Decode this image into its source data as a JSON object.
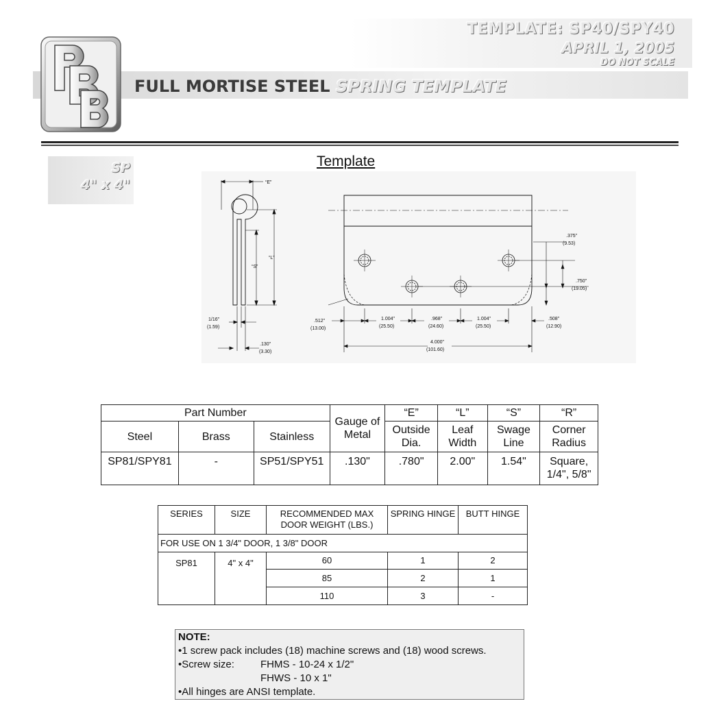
{
  "header": {
    "template_code": "TEMPLATE: SP40/SPY40",
    "date": "APRIL 1, 2005",
    "scale_note": "DO NOT SCALE",
    "title_dark": "FULL MORTISE STEEL ",
    "title_light": "SPRING TEMPLATE",
    "logo_letters": "PBB"
  },
  "series_tag": {
    "code": "SP",
    "size": "4\" x 4\""
  },
  "drawing": {
    "title": "Template",
    "labels": {
      "e": "“E”",
      "l": "“L”",
      "s": "“S”",
      "d116": "1/16\"",
      "d116_mm": "(1.59)",
      "d130": ".130\"",
      "d130_mm": "(3.30)",
      "d375": ".375\"",
      "d375_mm": "(9.53)",
      "d750": ".750\"",
      "d750_mm": "(19.05)",
      "d512": ".512\"",
      "d512_mm": "(13.00)",
      "d1004a": "1.004\"",
      "d1004a_mm": "(25.50)",
      "d968": ".968\"",
      "d968_mm": "(24.60)",
      "d1004b": "1.004\"",
      "d1004b_mm": "(25.50)",
      "d508": ".508\"",
      "d508_mm": "(12.90)",
      "d4000": "4.000\"",
      "d4000_mm": "(101.60)"
    }
  },
  "spec_table": {
    "part_number": "Part Number",
    "steel": "Steel",
    "brass": "Brass",
    "stainless": "Stainless",
    "gauge": "Gauge of Metal",
    "e_top": "“E”",
    "e_bottom": "Outside Dia.",
    "l_top": "“L”",
    "l_bottom": "Leaf Width",
    "s_top": "“S”",
    "s_bottom": "Swage Line",
    "r_top": "“R”",
    "r_bottom": "Corner Radius",
    "row": {
      "steel": "SP81/SPY81",
      "brass": "-",
      "stainless": "SP51/SPY51",
      "gauge": ".130\"",
      "e": ".780\"",
      "l": "2.00\"",
      "s": "1.54\"",
      "r": "Square, 1/4\", 5/8\""
    }
  },
  "weight_table": {
    "headers": {
      "series": "SERIES",
      "size": "SIZE",
      "weight": "RECOMMENDED MAX DOOR WEIGHT (LBS.)",
      "spring": "SPRING HINGE",
      "butt": "BUTT HINGE"
    },
    "use_note": "FOR USE ON 1 3/4\" DOOR, 1 3/8\" DOOR",
    "series": "SP81",
    "size": "4\" x 4\"",
    "rows": [
      {
        "weight": "60",
        "spring": "1",
        "butt": "2"
      },
      {
        "weight": "85",
        "spring": "2",
        "butt": "1"
      },
      {
        "weight": "110",
        "spring": "3",
        "butt": "-"
      }
    ]
  },
  "note": {
    "title": "NOTE:",
    "line1": "•1 screw pack includes (18) machine screws and (18) wood screws.",
    "line2_label": "•Screw size:",
    "line2_value": "FHMS - 10-24 x 1/2\"",
    "line3_value": "FHWS - 10 x 1\"",
    "line4": "•All hinges are ANSI template."
  }
}
